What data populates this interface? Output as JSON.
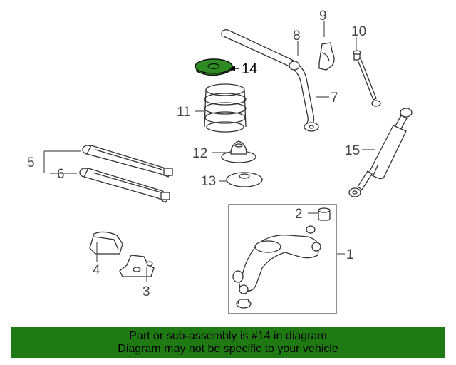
{
  "callouts": {
    "c1": "1",
    "c2": "2",
    "c3": "3",
    "c4": "4",
    "c5": "5",
    "c6": "6",
    "c7": "7",
    "c8": "8",
    "c9": "9",
    "c10": "10",
    "c11": "11",
    "c12": "12",
    "c13": "13",
    "c14": "14",
    "c15": "15"
  },
  "highlight": {
    "part": "14",
    "color": "#2e8b22"
  },
  "banner": {
    "line1": "Part or sub-assembly is #14 in diagram",
    "line2": "Diagram may not be specific to your vehicle",
    "color": "#1f7a13"
  }
}
